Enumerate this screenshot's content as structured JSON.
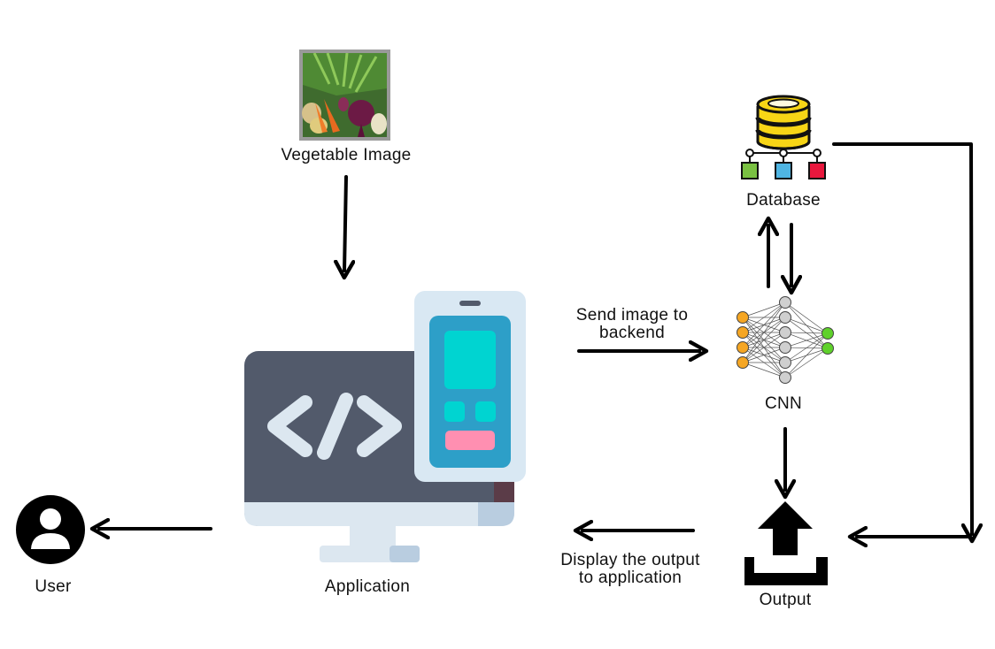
{
  "nodes": {
    "vegetable_image": {
      "label": "Vegetable Image"
    },
    "database": {
      "label": "Database"
    },
    "cnn": {
      "label": "CNN"
    },
    "application": {
      "label": "Application"
    },
    "user": {
      "label": "User"
    },
    "output": {
      "label": "Output"
    }
  },
  "edges": {
    "send_image": {
      "label": "Send image to\nbackend"
    },
    "display_output": {
      "label": "Display the output\nto application"
    }
  },
  "colors": {
    "monitor_body": "#525a6b",
    "monitor_stand": "#dce7f0",
    "phone_frame": "#d9e8f3",
    "phone_screen": "#2d9fc8",
    "phone_teal": "#00d4d1",
    "phone_pink": "#ff8fb1",
    "db_yellow": "#f7d516",
    "node_orange": "#f5a623",
    "node_grey": "#cfcfcf",
    "node_green": "#5fd12b",
    "square_green": "#7ac142",
    "square_blue": "#4fb5e3",
    "square_red": "#e8173d"
  },
  "icons": [
    "vegetable-photo",
    "database-icon",
    "neural-network-icon",
    "application-icon",
    "user-icon",
    "output-upload-icon"
  ]
}
